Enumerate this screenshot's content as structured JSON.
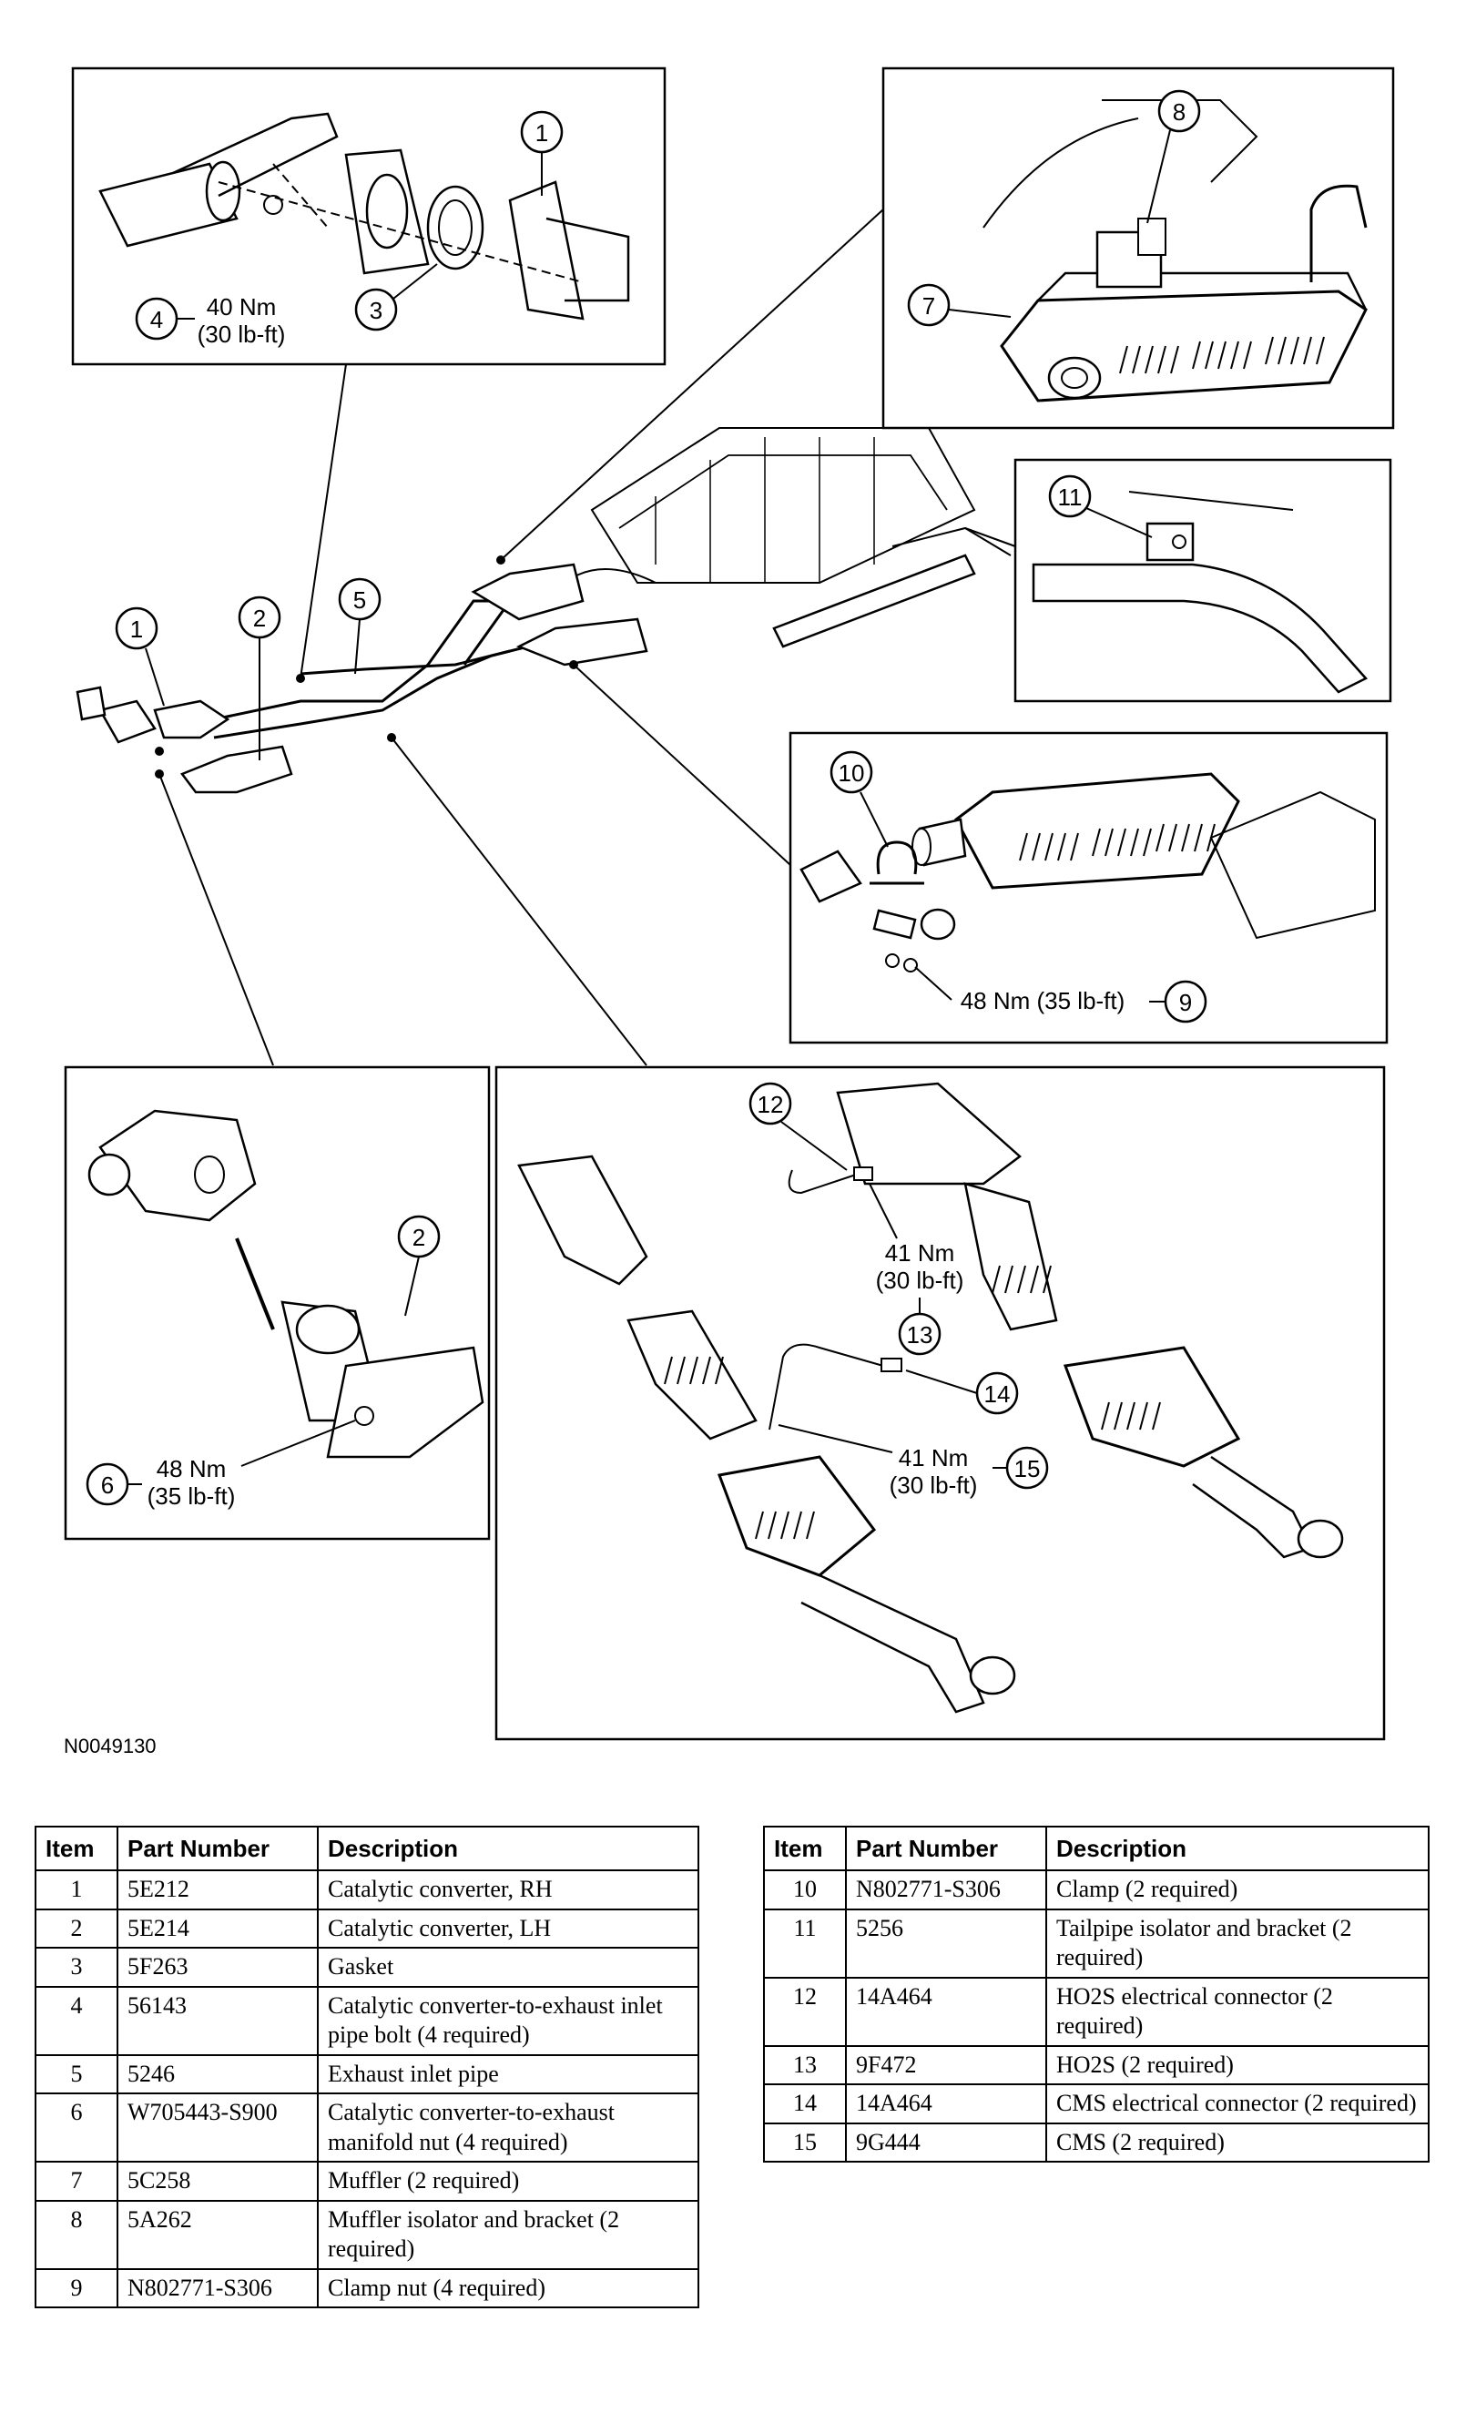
{
  "diagram": {
    "callouts": {
      "c1a": "1",
      "c1b": "1",
      "c2a": "2",
      "c2b": "2",
      "c3": "3",
      "c4": "4",
      "c5": "5",
      "c6": "6",
      "c7": "7",
      "c8": "8",
      "c9": "9",
      "c10": "10",
      "c11": "11",
      "c12": "12",
      "c13": "13",
      "c14": "14",
      "c15": "15"
    },
    "torques": {
      "t4_line1": "40 Nm",
      "t4_line2": "(30 lb-ft)",
      "t9": "48 Nm (35 lb-ft)",
      "t6_line1": "48 Nm",
      "t6_line2": "(35 lb-ft)",
      "t13_line1": "41 Nm",
      "t13_line2": "(30 lb-ft)",
      "t15_line1": "41 Nm",
      "t15_line2": "(30 lb-ft)"
    },
    "figure_code": "N0049130"
  },
  "table": {
    "headers": {
      "item": "Item",
      "part": "Part Number",
      "desc": "Description"
    },
    "left_rows": [
      {
        "item": "1",
        "part": "5E212",
        "desc": "Catalytic converter, RH"
      },
      {
        "item": "2",
        "part": "5E214",
        "desc": "Catalytic converter, LH"
      },
      {
        "item": "3",
        "part": "5F263",
        "desc": "Gasket"
      },
      {
        "item": "4",
        "part": "56143",
        "desc": "Catalytic converter-to-exhaust inlet pipe bolt (4 required)"
      },
      {
        "item": "5",
        "part": "5246",
        "desc": "Exhaust inlet pipe"
      },
      {
        "item": "6",
        "part": "W705443-S900",
        "desc": "Catalytic converter-to-exhaust manifold nut (4 required)"
      },
      {
        "item": "7",
        "part": "5C258",
        "desc": "Muffler (2 required)"
      },
      {
        "item": "8",
        "part": "5A262",
        "desc": "Muffler isolator and bracket (2 required)"
      },
      {
        "item": "9",
        "part": "N802771-S306",
        "desc": "Clamp nut (4 required)"
      }
    ],
    "right_rows": [
      {
        "item": "10",
        "part": "N802771-S306",
        "desc": "Clamp (2 required)"
      },
      {
        "item": "11",
        "part": "5256",
        "desc": "Tailpipe isolator and bracket (2 required)"
      },
      {
        "item": "12",
        "part": "14A464",
        "desc": "HO2S electrical connector (2 required)"
      },
      {
        "item": "13",
        "part": "9F472",
        "desc": "HO2S (2 required)"
      },
      {
        "item": "14",
        "part": "14A464",
        "desc": "CMS electrical connector (2 required)"
      },
      {
        "item": "15",
        "part": "9G444",
        "desc": "CMS (2 required)"
      }
    ]
  }
}
